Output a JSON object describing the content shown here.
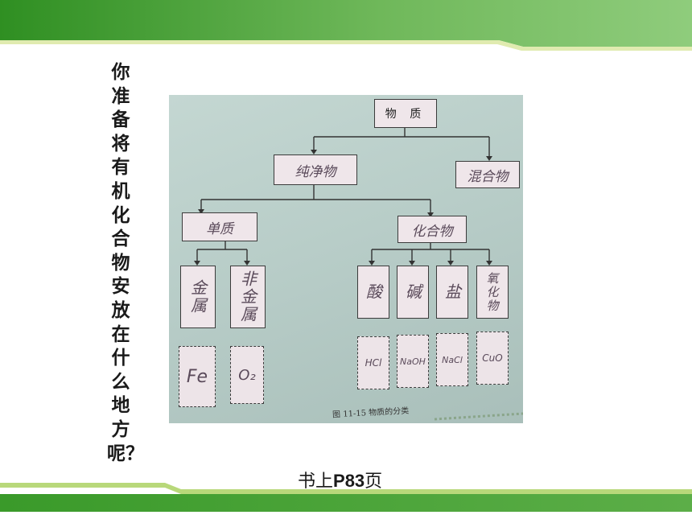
{
  "slide": {
    "question": "你准备将有机化合物安放在什么地方呢？",
    "page_ref_prefix": "书上",
    "page_ref_bold": "P83",
    "page_ref_suffix": "页"
  },
  "diagram": {
    "root": "物 质",
    "level1": [
      "纯净物",
      "混合物"
    ],
    "level2": [
      "单质",
      "化合物"
    ],
    "elements": [
      "金属",
      "非金属"
    ],
    "compounds": [
      "酸",
      "碱",
      "盐",
      "氧化物"
    ],
    "examples_elements": [
      "Fe",
      "O₂"
    ],
    "examples_compounds": [
      "HCl",
      "NaOH",
      "NaCl",
      "CuO"
    ],
    "caption": "图 11-15   物质的分类"
  },
  "colors": {
    "band_green_dark": "#3a9a2a",
    "band_green_light": "#8cc87a",
    "band_accent": "#d8e6a0"
  }
}
